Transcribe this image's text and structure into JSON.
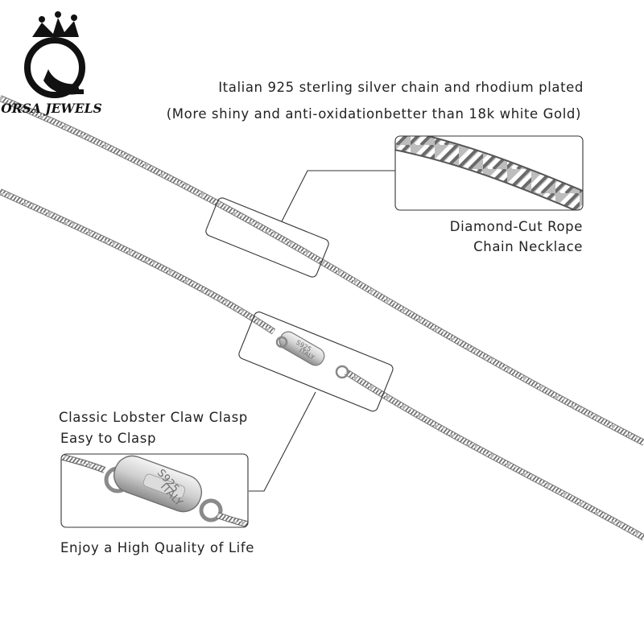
{
  "brand": {
    "name": "ORSA JEWELS"
  },
  "headline": {
    "line1": "Italian 925 sterling silver chain and rhodium plated",
    "line2": "(More shiny and anti-oxidationbetter than 18k white Gold)"
  },
  "callout_rope": {
    "line1": "Diamond-Cut Rope",
    "line2": "Chain Necklace"
  },
  "callout_clasp": {
    "line1": "Classic Lobster Claw Clasp",
    "line2": "Easy to Clasp"
  },
  "tagline": "Enjoy a High Quality of Life",
  "clasp_stamp": {
    "line1": "S925",
    "line2": "ITALY"
  },
  "colors": {
    "background": "#ffffff",
    "text": "#222222",
    "silver": "#a9a9a9",
    "frame": "#333333"
  }
}
